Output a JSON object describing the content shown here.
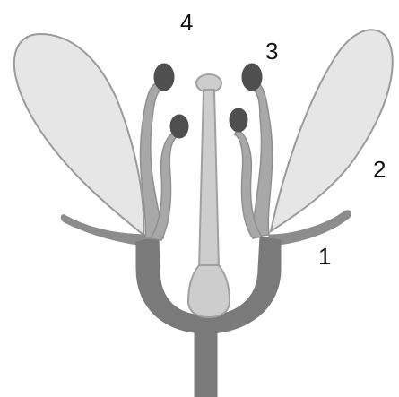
{
  "labels": {
    "one": "1",
    "two": "2",
    "three": "3",
    "four": "4"
  },
  "colors": {
    "background": "#ffffff",
    "petal_fill": "#e6e6e6",
    "petal_outline": "#9a9a9a",
    "receptacle": "#7a7a7a",
    "sepal": "#8c8c8c",
    "filament": "#a8a8a8",
    "anther": "#4f4f4f",
    "pistil": "#cdcdcd",
    "pistil_outline": "#a0a0a0",
    "label_text": "#111111"
  }
}
